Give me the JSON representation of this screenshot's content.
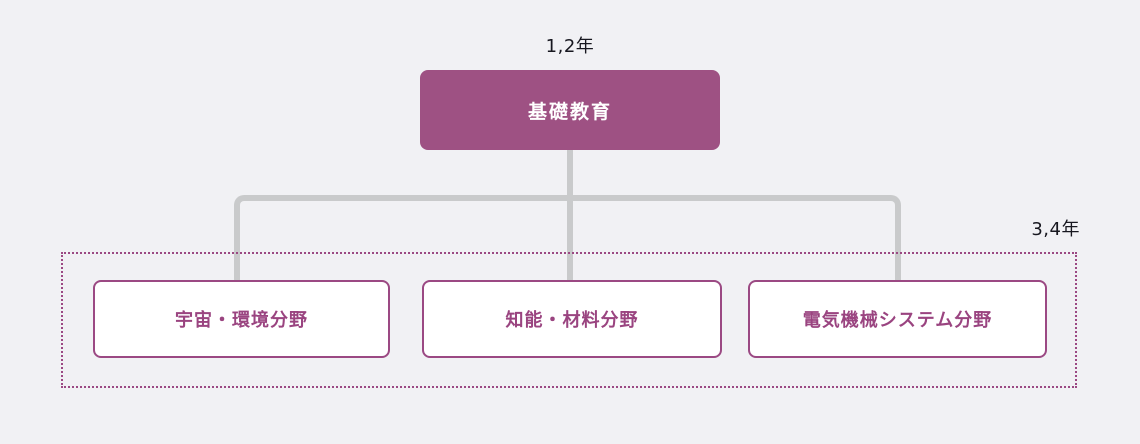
{
  "diagram": {
    "title_hint": "curriculum structure diagram",
    "colors": {
      "background": "#f1f1f4",
      "box_fill": "#9e5183",
      "accent_border": "#9b4983",
      "accent_text": "#9a4480",
      "connector": "#c9cacb",
      "label_text": "#17171f"
    },
    "top_group": {
      "year_label": "1,2年",
      "box_label": "基礎教育"
    },
    "bottom_group": {
      "year_label": "3,4年",
      "boxes": [
        {
          "label": "宇宙・環境分野"
        },
        {
          "label": "知能・材料分野"
        },
        {
          "label": "電気機械システム分野"
        }
      ]
    }
  }
}
